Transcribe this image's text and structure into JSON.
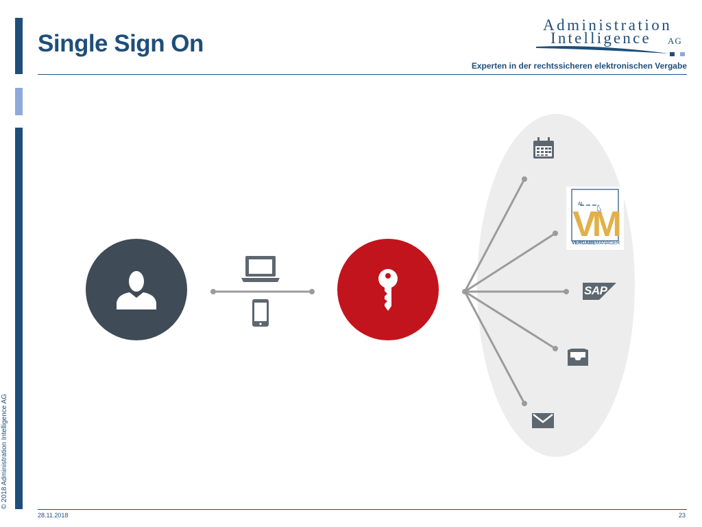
{
  "header": {
    "title": "Single Sign On",
    "tagline": "Experten in der rechtssicheren elektronischen Vergabe"
  },
  "logo": {
    "line1": "Administration",
    "line2": "Intelligence",
    "suffix": "AG"
  },
  "footer": {
    "date": "28.11.2018",
    "page_number": "23",
    "copyright": "© 2018 Administration Intelligence AG"
  },
  "diagram": {
    "nodes": [
      "user-icon",
      "laptop-icon",
      "smartphone-icon",
      "key-icon"
    ],
    "applications": [
      {
        "name": "calendar-icon"
      },
      {
        "name": "vergabemanager-logo",
        "logo_text": "VM",
        "logo_prefix": "AI",
        "caption_bold": "VERGABE",
        "caption_thin": "MANAGER"
      },
      {
        "name": "sap-logo",
        "logo_text": "SAP"
      },
      {
        "name": "inbox-tray-icon"
      },
      {
        "name": "mail-envelope-icon"
      }
    ]
  },
  "colors": {
    "brand_blue": "#1f4e79",
    "light_blue": "#8ea9db",
    "user_circle": "#3f4b56",
    "key_circle": "#c2141c",
    "app_ellipse": "#ededed",
    "connector": "#9b9b9b",
    "vm_gold": "#e2b04a",
    "icon_gray": "#5d6770"
  }
}
